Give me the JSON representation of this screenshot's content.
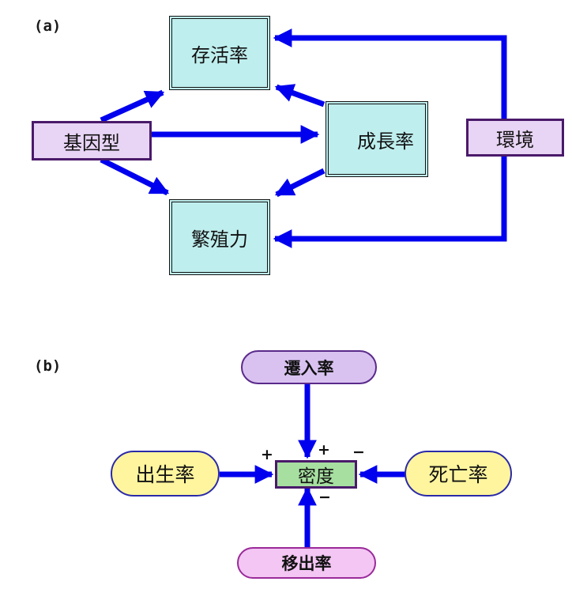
{
  "part_a": {
    "label": "(a)",
    "survival": "存活率",
    "growth": "成長率",
    "fecundity": "繁殖力",
    "genotype": "基因型",
    "environment": "環境"
  },
  "part_b": {
    "label": "(b)",
    "immigration": "遷入率",
    "emigration": "移出率",
    "birth": "出生率",
    "death": "死亡率",
    "density": "密度",
    "sign_birth": "+",
    "sign_immigration": "+",
    "sign_death": "−",
    "sign_emigration": "−"
  },
  "colors": {
    "arrow": "#0000ee",
    "teal_box": "#bfeeee",
    "purple_box": "#e8d4f4",
    "lavender_pill": "#d9c2f0",
    "yellow_pill": "#fff59e",
    "pink_pill": "#f3c6f3",
    "green_box": "#a6dfa0"
  }
}
